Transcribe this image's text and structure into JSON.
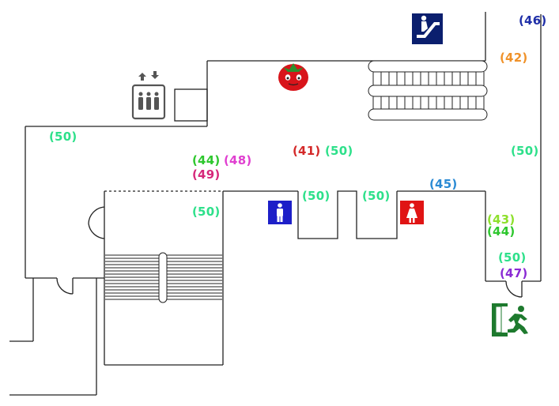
{
  "map": {
    "icons": [
      {
        "name": "escalator-icon"
      },
      {
        "name": "elevator-icon"
      },
      {
        "name": "tomato-mascot-icon"
      },
      {
        "name": "mens-restroom-icon"
      },
      {
        "name": "womens-restroom-icon"
      },
      {
        "name": "emergency-exit-icon"
      }
    ],
    "labels": [
      {
        "text": "(46)",
        "color": "#1f2fa8"
      },
      {
        "text": "(42)",
        "color": "#f0922a"
      },
      {
        "text": "(50)",
        "color": "#2de08a"
      },
      {
        "text": "(41)",
        "color": "#d42a2a"
      },
      {
        "text": "(50)",
        "color": "#2de08a"
      },
      {
        "text": "(50)",
        "color": "#2de08a"
      },
      {
        "text": "(44)",
        "color": "#2ec72e"
      },
      {
        "text": "(48)",
        "color": "#e03fd0"
      },
      {
        "text": "(49)",
        "color": "#d6287a"
      },
      {
        "text": "(45)",
        "color": "#2a8ad4"
      },
      {
        "text": "(50)",
        "color": "#2de08a"
      },
      {
        "text": "(50)",
        "color": "#2de08a"
      },
      {
        "text": "(50)",
        "color": "#2de08a"
      },
      {
        "text": "(43)",
        "color": "#8ee02d"
      },
      {
        "text": "(44)",
        "color": "#2ec72e"
      },
      {
        "text": "(50)",
        "color": "#2de08a"
      },
      {
        "text": "(47)",
        "color": "#8a2ad4"
      }
    ]
  }
}
